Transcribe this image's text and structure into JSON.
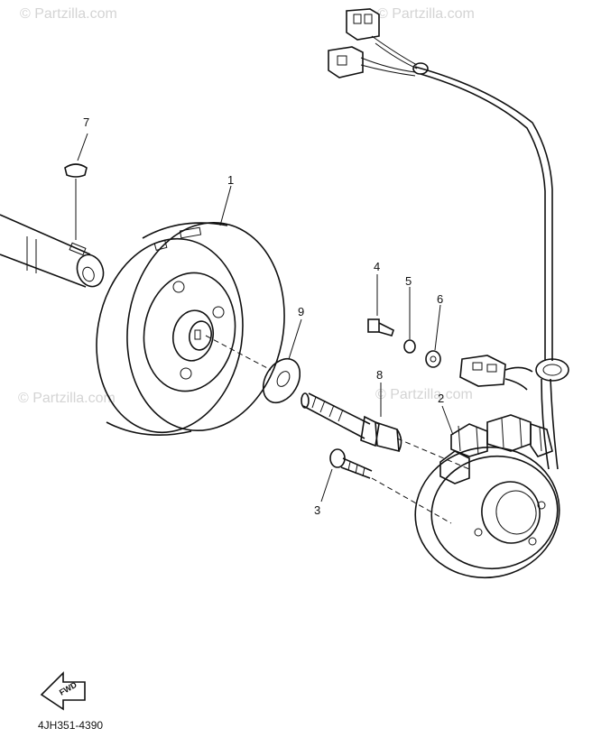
{
  "watermarks": {
    "top_left": "© Partzilla.com",
    "top_right": "© Partzilla.com",
    "mid_left": "© Partzilla.com",
    "mid_right": "© Partzilla.com"
  },
  "callouts": {
    "c1": "1",
    "c2": "2",
    "c3": "3",
    "c4": "4",
    "c5": "5",
    "c6": "6",
    "c7": "7",
    "c8": "8",
    "c9": "9"
  },
  "fwd_label": "FWD",
  "diagram_code": "4JH351-4390"
}
